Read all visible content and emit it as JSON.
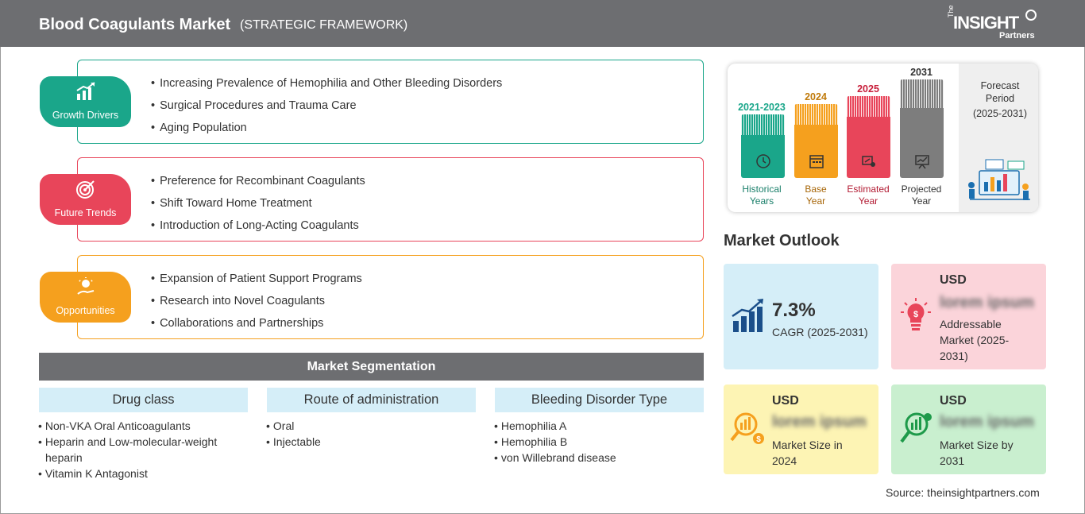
{
  "header": {
    "title": "Blood Coagulants Market",
    "subtitle": "(STRATEGIC FRAMEWORK)",
    "logo": {
      "the": "The",
      "insight": "INSIGHT",
      "partners": "Partners"
    }
  },
  "drivers": [
    {
      "label": "Growth Drivers",
      "color": "#1aa68a",
      "icon": "growth-chart-icon",
      "items": [
        "Increasing Prevalence of Hemophilia and Other Bleeding Disorders",
        "Surgical Procedures and Trauma Care",
        "Aging Population"
      ]
    },
    {
      "label": "Future Trends",
      "color": "#e8455a",
      "icon": "target-icon",
      "items": [
        "Preference for Recombinant Coagulants",
        "Shift Toward Home Treatment",
        "Introduction of Long-Acting Coagulants"
      ]
    },
    {
      "label": "Opportunities",
      "color": "#f5a01e",
      "icon": "lightbulb-hand-icon",
      "items": [
        "Expansion of Patient Support Programs",
        "Research into Novel Coagulants",
        "Collaborations and Partnerships"
      ]
    }
  ],
  "segmentation": {
    "title": "Market Segmentation",
    "columns": [
      {
        "heading": "Drug class",
        "items": [
          "Non-VKA Oral Anticoagulants",
          "Heparin and Low-molecular-weight heparin",
          "Vitamin K Antagonist"
        ]
      },
      {
        "heading": "Route of administration",
        "items": [
          "Oral",
          "Injectable"
        ]
      },
      {
        "heading": "Bleeding Disorder Type",
        "items": [
          "Hemophilia A",
          "Hemophilia B",
          "von Willebrand disease"
        ]
      }
    ]
  },
  "timeline": {
    "bars": [
      {
        "year": "2021-2023",
        "label1": "Historical",
        "label2": "Years",
        "color": "#1aa68a",
        "icon": "history-clock-icon"
      },
      {
        "year": "2024",
        "label1": "Base",
        "label2": "Year",
        "color": "#f5a01e",
        "icon": "calendar-icon"
      },
      {
        "year": "2025",
        "label1": "Estimated",
        "label2": "Year",
        "color": "#e8455a",
        "icon": "estimate-chart-icon"
      },
      {
        "year": "2031",
        "label1": "Projected",
        "label2": "Year",
        "color": "#7d7d7d",
        "icon": "projection-board-icon"
      }
    ],
    "forecast": {
      "line1": "Forecast",
      "line2": "Period",
      "line3": "(2025-2031)"
    }
  },
  "outlook": {
    "title": "Market Outlook",
    "cagr": {
      "value": "7.3%",
      "caption": "CAGR (2025-2031)",
      "color": "#d5eef8",
      "icon": "growth-bars-icon"
    },
    "addressable": {
      "usd": "USD",
      "value": "lorem ipsum",
      "caption": "Addressable Market (2025-2031)",
      "color": "#fbd4da",
      "icon": "bulb-dollar-icon"
    },
    "size2024": {
      "usd": "USD",
      "value": "lorem ipsum",
      "caption": "Market Size in 2024",
      "color": "#fdf4b4",
      "icon": "magnifier-dollar-icon"
    },
    "size2031": {
      "usd": "USD",
      "value": "lorem ipsum",
      "caption": "Market Size by 2031",
      "color": "#c9efcf",
      "icon": "magnifier-growth-icon"
    }
  },
  "source": "Source: theinsightpartners.com"
}
